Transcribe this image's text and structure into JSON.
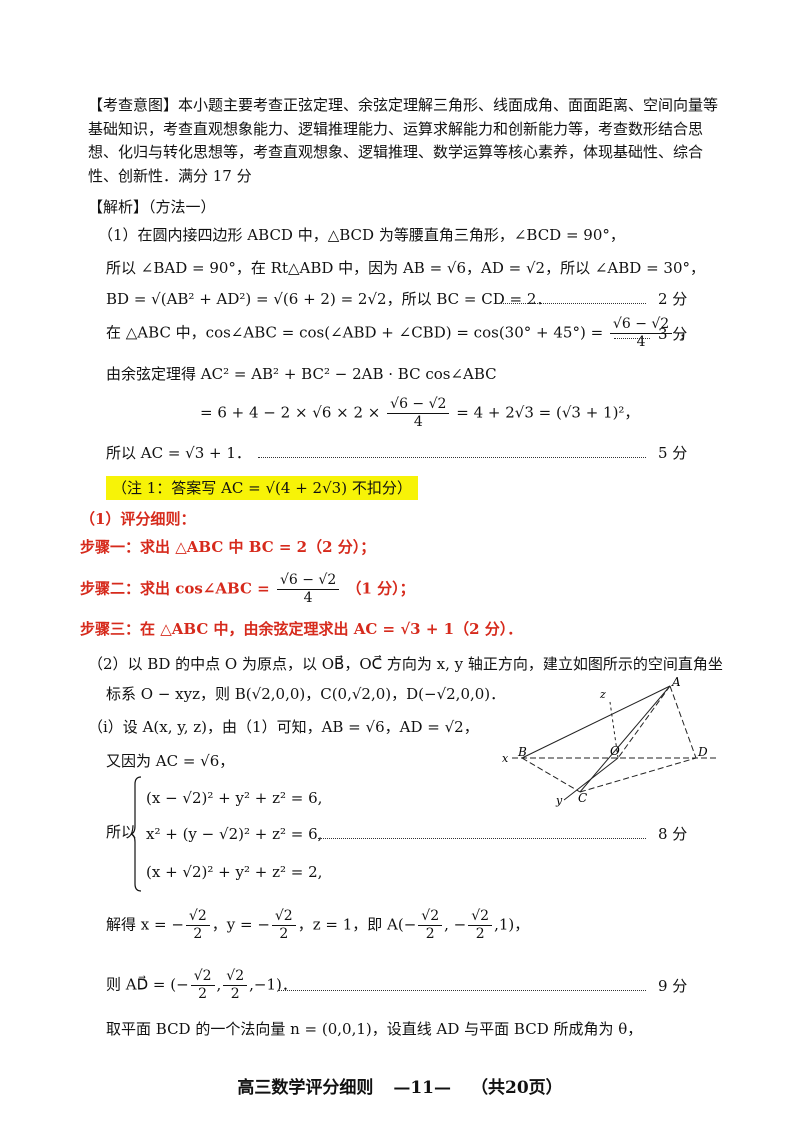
{
  "intent_header": "【考查意图】",
  "intent_text": "本小题主要考查正弦定理、余弦定理解三角形、线面成角、面面距离、空间向量等基础知识，考查直观想象能力、逻辑推理能力、运算求解能力和创新能力等，考查数形结合思想、化归与转化思想等，考查直观想象、逻辑推理、数学运算等核心素养，体现基础性、综合性、创新性．满分 17 分",
  "analysis_header": "【解析】（方法一）",
  "p1_line1": "（1）在圆内接四边形 ABCD 中，△BCD 为等腰直角三角形，∠BCD = 90°，",
  "p1_line2": "所以 ∠BAD = 90°，在 Rt△ABD 中，因为 AB = √6，AD = √2，所以 ∠ABD = 30°，",
  "p1_line3": "BD = √(AB² + AD²) = √(6 + 2) = 2√2，所以 BC = CD = 2．",
  "p1_line4_a": "在 △ABC 中，cos∠ABC = cos(∠ABD + ∠CBD) = cos(30° + 45°) =",
  "p1_line4_b": "，",
  "p1_line5": "由余弦定理得 AC² = AB² + BC² − 2AB · BC cos∠ABC",
  "p1_line6_a": "= 6 + 4 − 2 × √6 × 2 ×",
  "p1_line6_b": "= 4 + 2√3 = (√3 + 1)²，",
  "p1_line7": "所以 AC = √3 + 1．",
  "frac_num": "√6 − √2",
  "frac_den": "4",
  "note1": "（注 1：答案写 AC = √(4 + 2√3) 不扣分）",
  "rubric_title": "（1）评分细则：",
  "step1": "步骤一：求出 △ABC 中 BC = 2（2 分）；",
  "step2_a": "步骤二：求出 cos∠ABC =",
  "step2_b": "（1 分）；",
  "step3": "步骤三：在 △ABC 中，由余弦定理求出 AC = √3 + 1（2 分）．",
  "p2_line1": "（2）以 BD 的中点 O 为原点，以 OB⃗，OC⃗ 方向为 x, y 轴正方向，建立如图所示的空间直角坐",
  "p2_line2": "标系 O − xyz，则 B(√2,0,0)，C(0,√2,0)，D(−√2,0,0)．",
  "p2_line3": "（i）设 A(x, y, z)，由（1）可知，AB = √6，AD = √2，",
  "p2_line4": "又因为 AC = √6，",
  "sys_prefix": "所以",
  "eq1": "(x − √2)² + y² + z² = 6,",
  "eq2": "x² + (y − √2)² + z² = 6,",
  "eq3": "(x + √2)² + y² + z² = 2,",
  "p2_line5_a": "解得 x = −",
  "p2_line5_b": "，y = −",
  "p2_line5_c": "，z = 1，即 A(−",
  "p2_line5_d": ", −",
  "p2_line5_e": ",1)，",
  "p2_line6_a": "则 AD⃗ = (−",
  "p2_line6_b": ",",
  "p2_line6_c": ",−1)．",
  "p2_line7": "取平面 BCD 的一个法向量 n = (0,0,1)，设直线 AD 与平面 BCD 所成角为 θ，",
  "half_num": "√2",
  "half_den": "2",
  "scores": [
    "2 分",
    "3 分",
    "5 分",
    "8 分",
    "9 分"
  ],
  "score_dots_short": "·····",
  "figure_labels": {
    "z": "z",
    "x": "x",
    "y": "y",
    "A": "A",
    "B": "B",
    "C": "C",
    "D": "D",
    "O": "O"
  },
  "footer": {
    "title": "高三数学评分细则",
    "page": "—11—",
    "total": "（共20页）"
  }
}
